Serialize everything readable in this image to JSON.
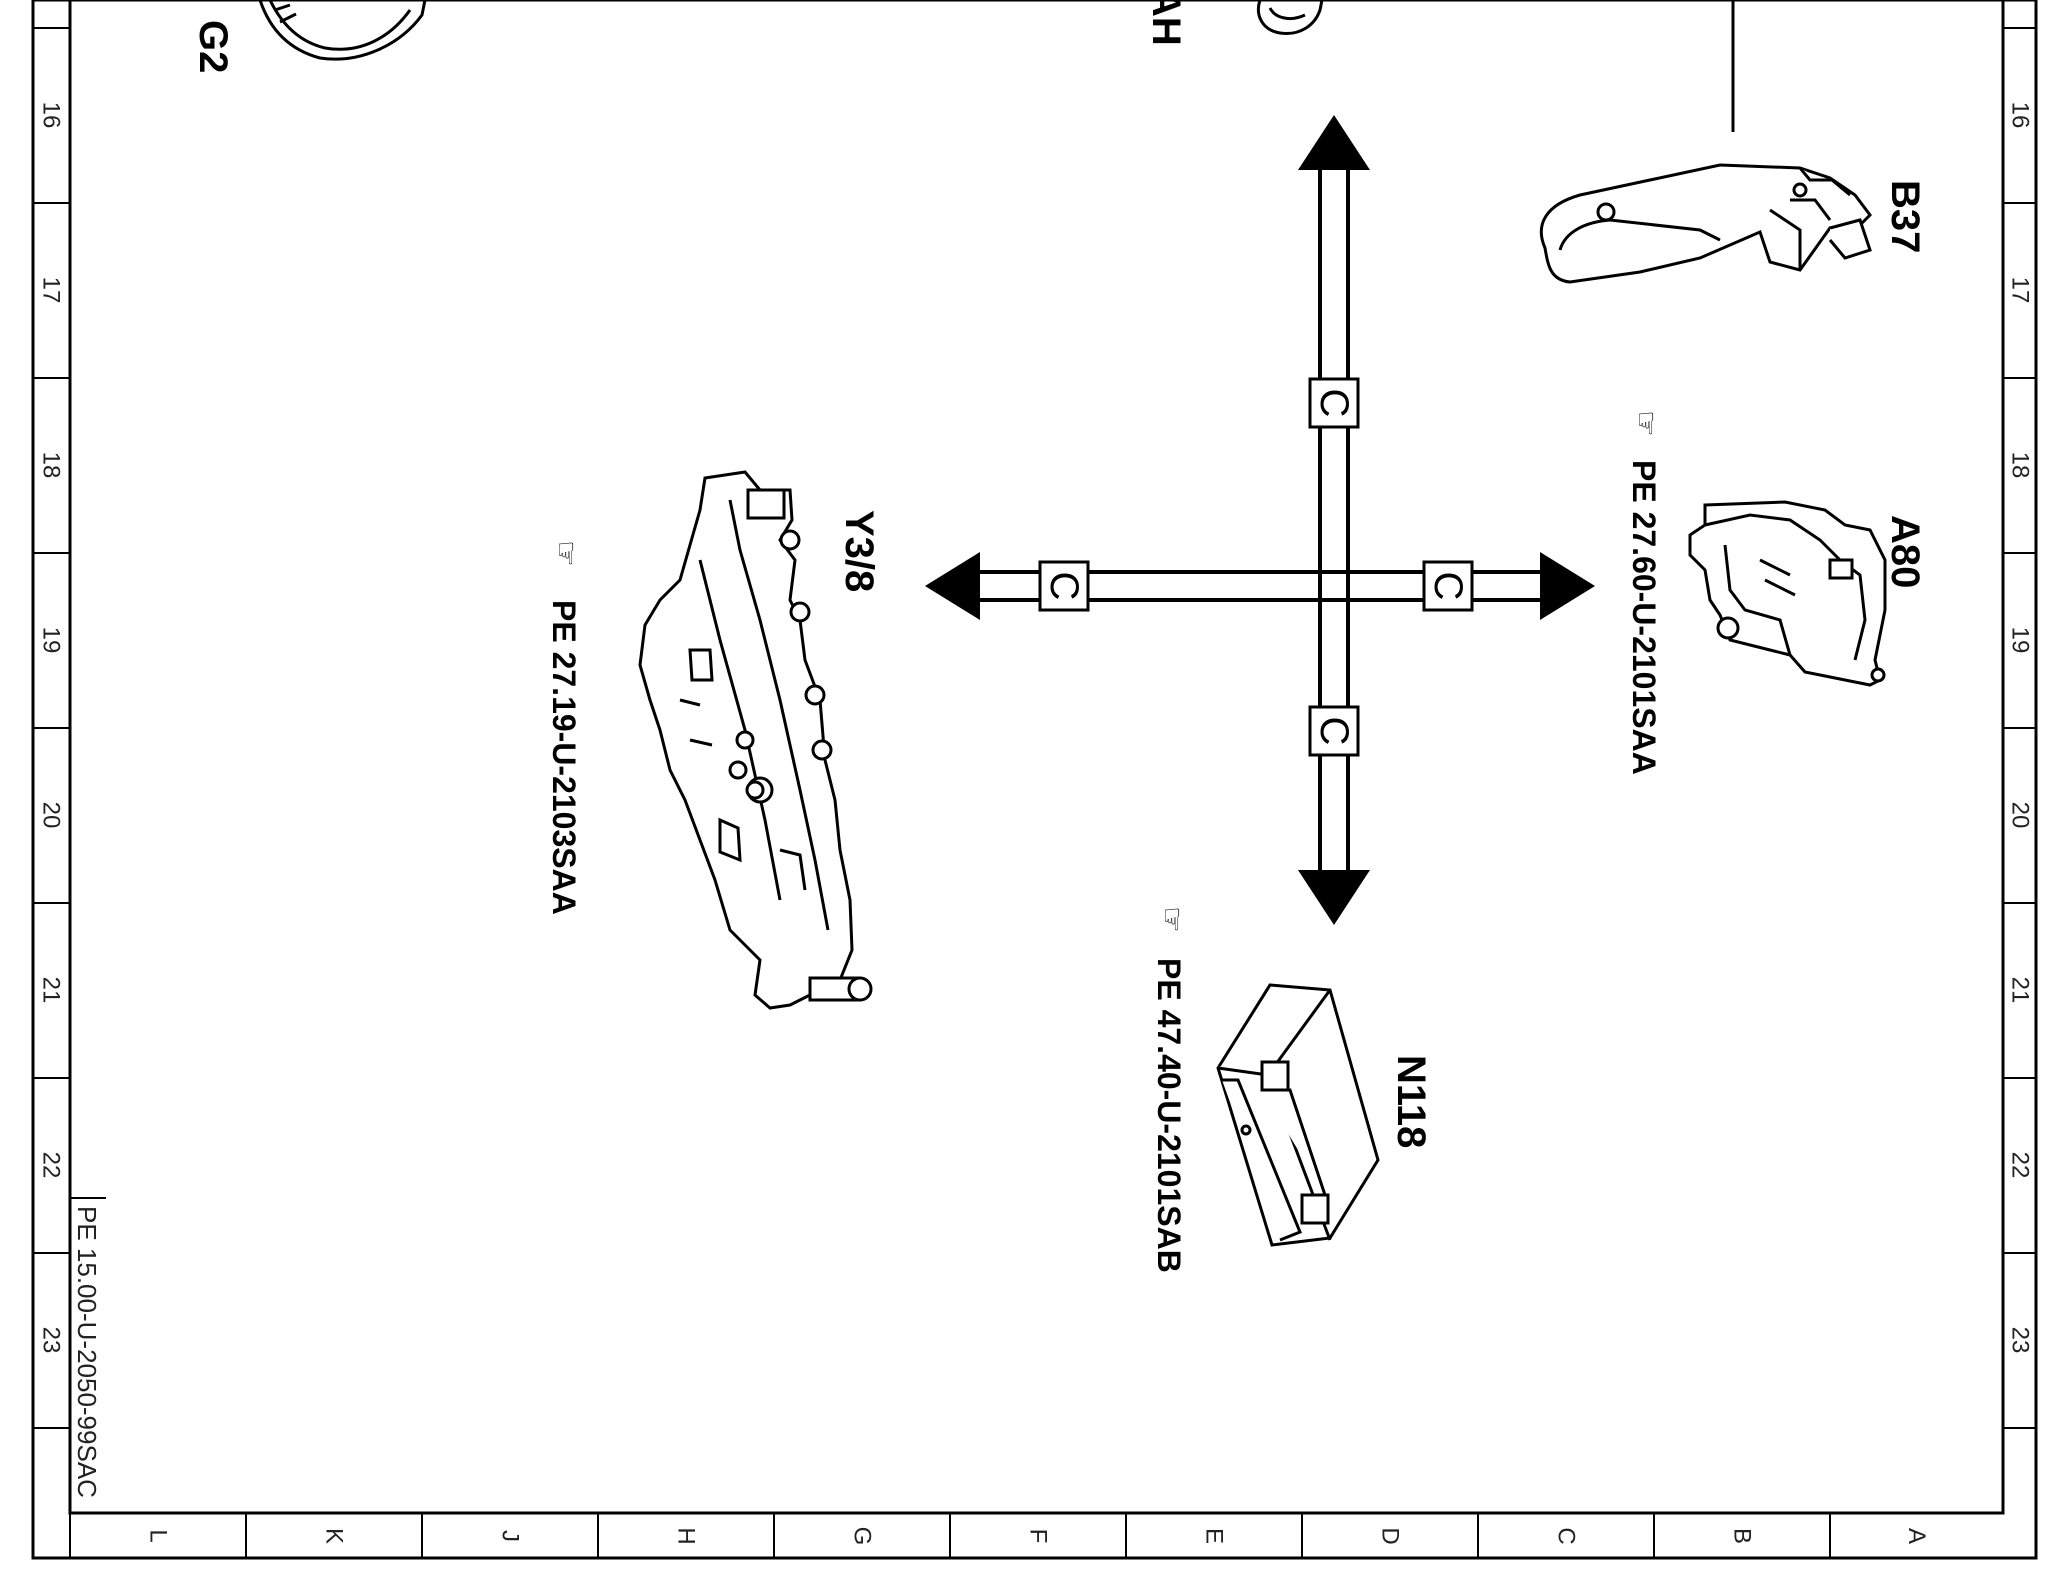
{
  "diagram": {
    "center_marker": "C",
    "left_ruler": [
      "16",
      "17",
      "18",
      "19",
      "20",
      "21",
      "22",
      "23"
    ],
    "right_ruler": [
      "16",
      "17",
      "18",
      "19",
      "20",
      "21",
      "22",
      "23"
    ],
    "bottom_ruler": [
      "L",
      "K",
      "J",
      "H",
      "G",
      "F",
      "E",
      "D",
      "C",
      "B",
      "A"
    ],
    "components": {
      "g2": {
        "label": "G2"
      },
      "ah_partial": {
        "label": "AH"
      },
      "b37": {
        "label": "B37"
      },
      "a80": {
        "label": "A80",
        "ref": "PE 27.60-U-2101SAA"
      },
      "y3_8": {
        "label": "Y3/8",
        "ref": "PE 27.19-U-2103SAA"
      },
      "n118": {
        "label": "N118",
        "ref": "PE 47.40-U-2101SAB"
      }
    },
    "document_id": "PE 15.00-U-2050-99SAC"
  }
}
